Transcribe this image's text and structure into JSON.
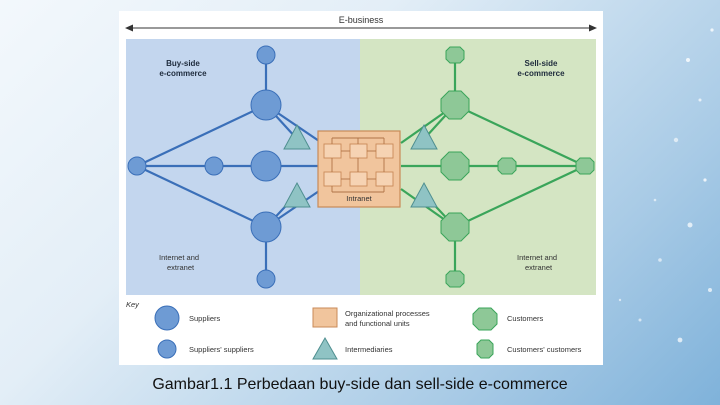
{
  "diagram": {
    "top_label": "E-business",
    "buy_side_line1": "Buy-side",
    "buy_side_line2": "e-commerce",
    "sell_side_line1": "Sell-side",
    "sell_side_line2": "e-commerce",
    "intranet": "Intranet",
    "internet_left_line1": "Internet and",
    "internet_left_line2": "extranet",
    "internet_right_line1": "Internet and",
    "internet_right_line2": "extranet"
  },
  "key": {
    "title": "Key",
    "suppliers": "Suppliers",
    "suppliers_suppliers": "Suppliers' suppliers",
    "org_line1": "Organizational processes",
    "org_line2": "and functional units",
    "intermediaries": "Intermediaries",
    "customers": "Customers",
    "customers_customers": "Customers' customers"
  },
  "colors": {
    "buy_bg": "#c3d6ee",
    "sell_bg": "#d4e5c3",
    "buy_node": "#6e9bd4",
    "buy_line": "#3a6fb8",
    "sell_node": "#8ec897",
    "sell_line": "#3aa55a",
    "org_fill": "#f1c59d",
    "org_stroke": "#c98a58",
    "intermediary": "#8fc3c4"
  },
  "caption": "Gambar1.1  Perbedaan buy-side dan sell-side e-commerce"
}
